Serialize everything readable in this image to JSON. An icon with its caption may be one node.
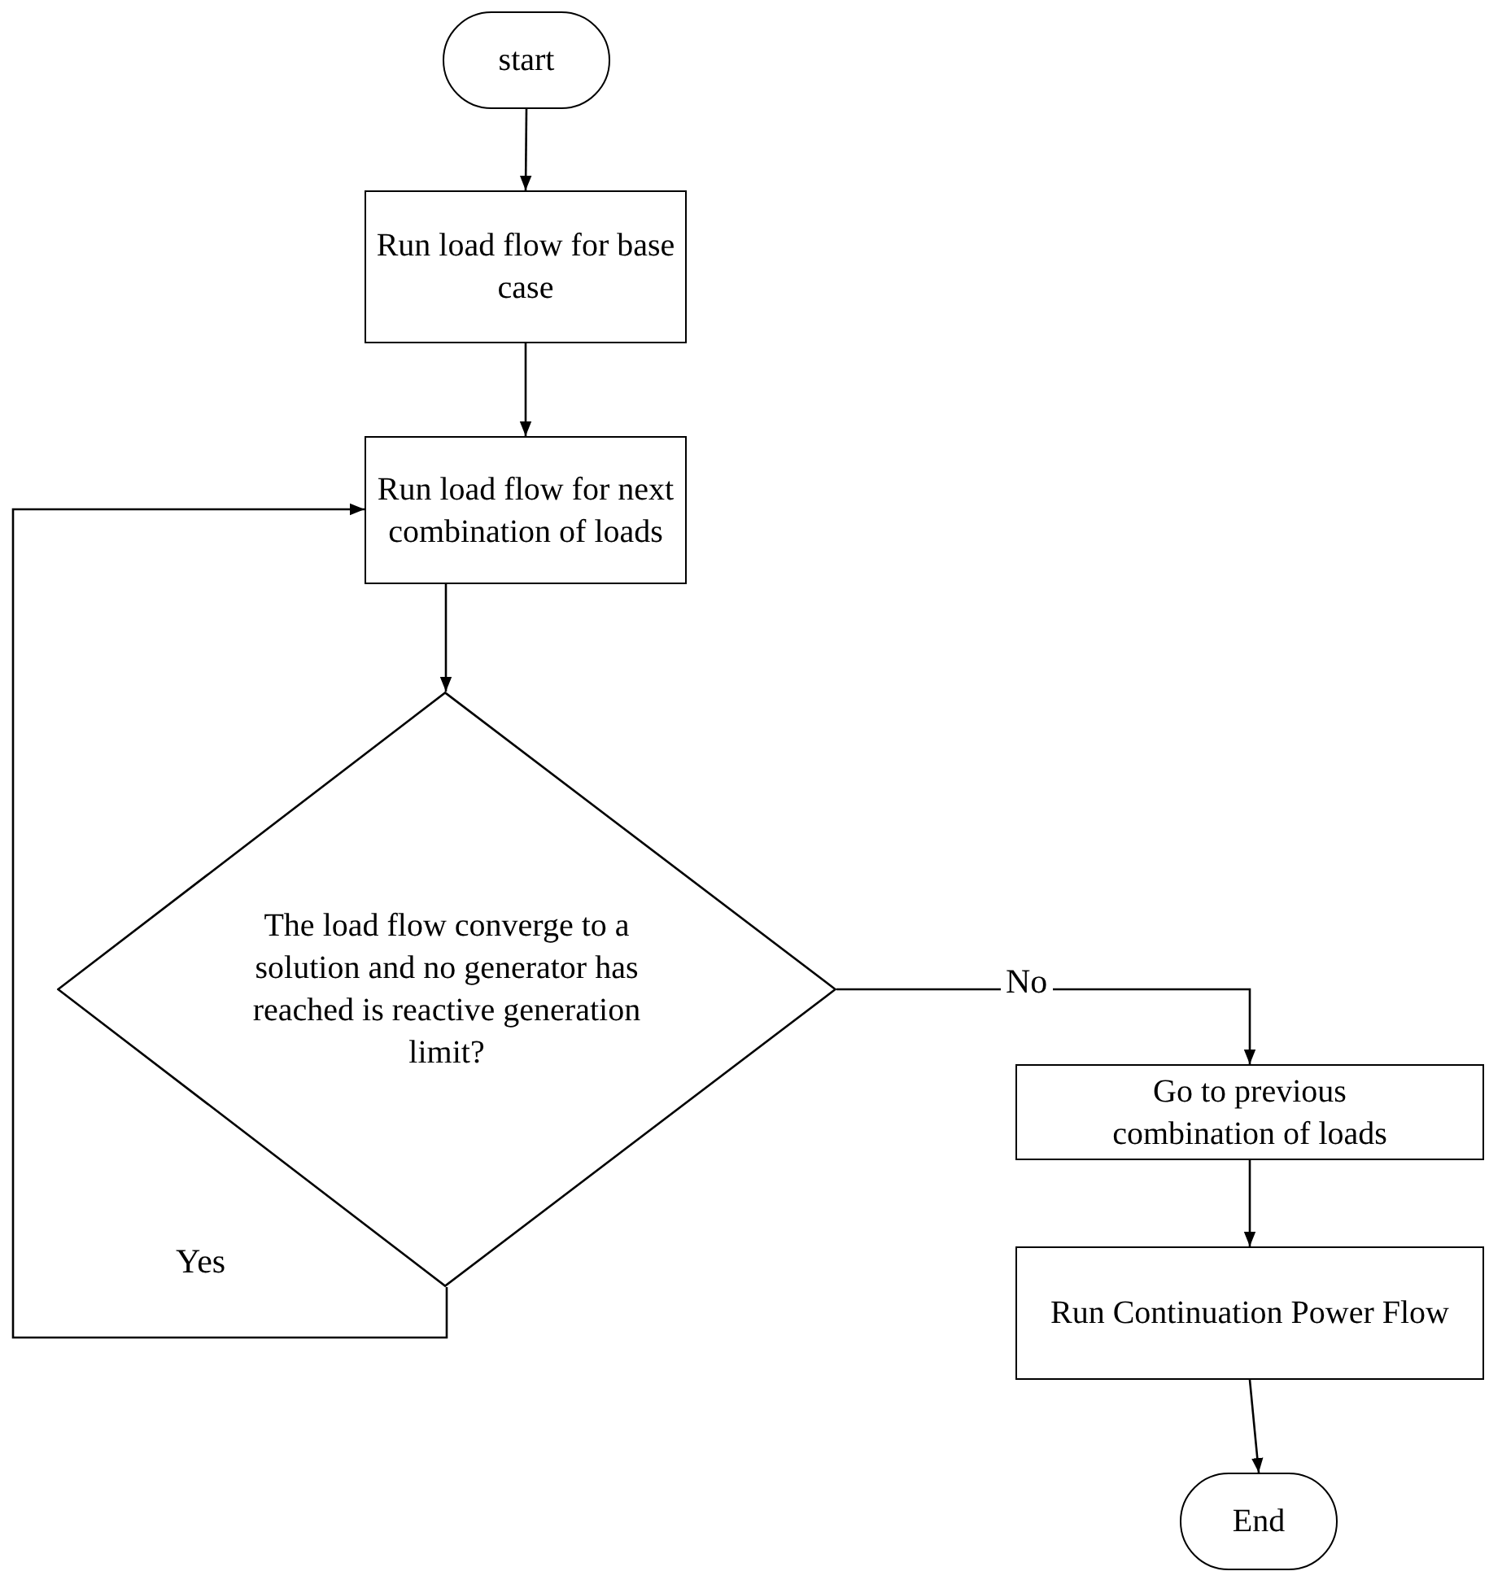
{
  "diagram": {
    "nodes": [
      {
        "text": [
          "start"
        ]
      },
      {
        "text": [
          "Run load flow for base case"
        ]
      },
      {
        "text": [
          "Run load flow for next combination of loads"
        ]
      },
      {
        "text": [
          "The load flow converge to a solution and no  generator has reached is reactive generation limit?"
        ]
      },
      {
        "text": [
          "Go to previous combination of loads"
        ]
      },
      {
        "text": [
          "Run Continuation Power Flow"
        ]
      },
      {
        "text": [
          "End"
        ]
      }
    ],
    "edges": [
      {
        "from": 0,
        "to": 1,
        "arrow": "to"
      },
      {
        "from": 1,
        "to": 2,
        "arrow": "to"
      },
      {
        "from": 2,
        "to": 3,
        "arrow": "to"
      },
      {
        "from": 3,
        "to": 4,
        "arrow": "to",
        "label": "No"
      },
      {
        "from": 3,
        "to": 2,
        "arrow": "to",
        "label": "Yes"
      },
      {
        "from": 4,
        "to": 5,
        "arrow": "to"
      },
      {
        "from": 5,
        "to": 6,
        "arrow": "to"
      }
    ]
  }
}
